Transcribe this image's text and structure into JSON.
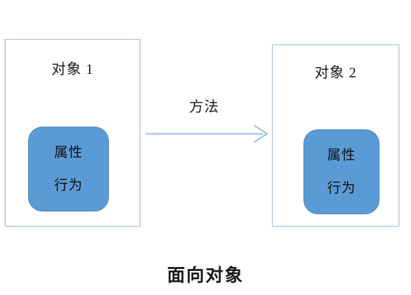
{
  "diagram": {
    "caption": "面向对象",
    "background_color": "#ffffff",
    "outer_border_color": "#9cb5cd",
    "inner_fill_color": "#5b9bd5",
    "inner_border_color": "#4a88bf",
    "arrow_color": "#9dc3e6",
    "text_color": "#1a1a1a"
  },
  "objects": [
    {
      "id": "object-1",
      "title": "对象 1",
      "members": {
        "attributes": "属性",
        "behaviors": "行为"
      }
    },
    {
      "id": "object-2",
      "title": "对象 2",
      "members": {
        "attributes": "属性",
        "behaviors": "行为"
      }
    }
  ],
  "connector": {
    "label": "方法",
    "from": "object-1",
    "to": "object-2",
    "style": "single-open-arrow"
  }
}
